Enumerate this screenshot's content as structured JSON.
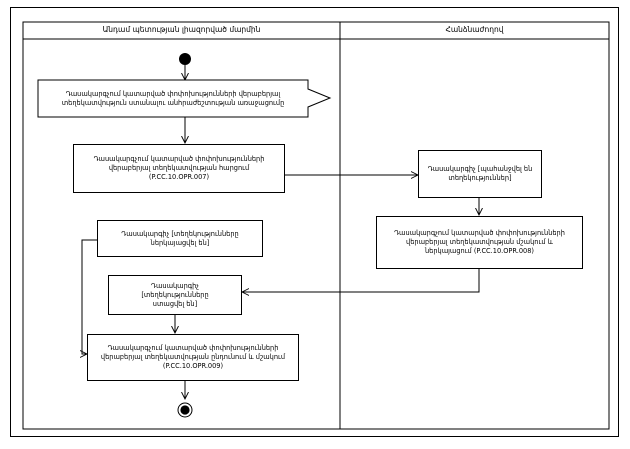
{
  "lanes": [
    {
      "title": "Անդամ պետության լիազորված մարմին"
    },
    {
      "title": "Հանձնաժողով"
    }
  ],
  "actions": {
    "a1": "Դասակարգչում կատարված փոփոխությունների վերաբերյալ տեղեկատվություն ստանալու անհրաժեշտության առաջացումը",
    "a2": "Դասակարգչում կատարված փոփոխությունների վերաբերյալ տեղեկատվության հարցում\n(P.CC.10.OPR.007)",
    "a3": "Դասակարգիչ [պահանջվել են տեղեկություններ]",
    "a4": "Դասակարգչում կատարված փոփոխությունների վերաբերյալ տեղեկատվության մշակում և ներկայացում (P.CC.10.OPR.008)",
    "a5": "Դասակարգիչ [տեղեկությունները ներկայացվել են]",
    "a6": "Դասակարգիչ\n[տեղեկությունները\nստացվել են]",
    "a7": "Դասակարգչում կատարված փոփոխությունների վերաբերյալ տեղեկատվության ընդունում և մշակում\n(P.CC.10.OPR.009)"
  }
}
